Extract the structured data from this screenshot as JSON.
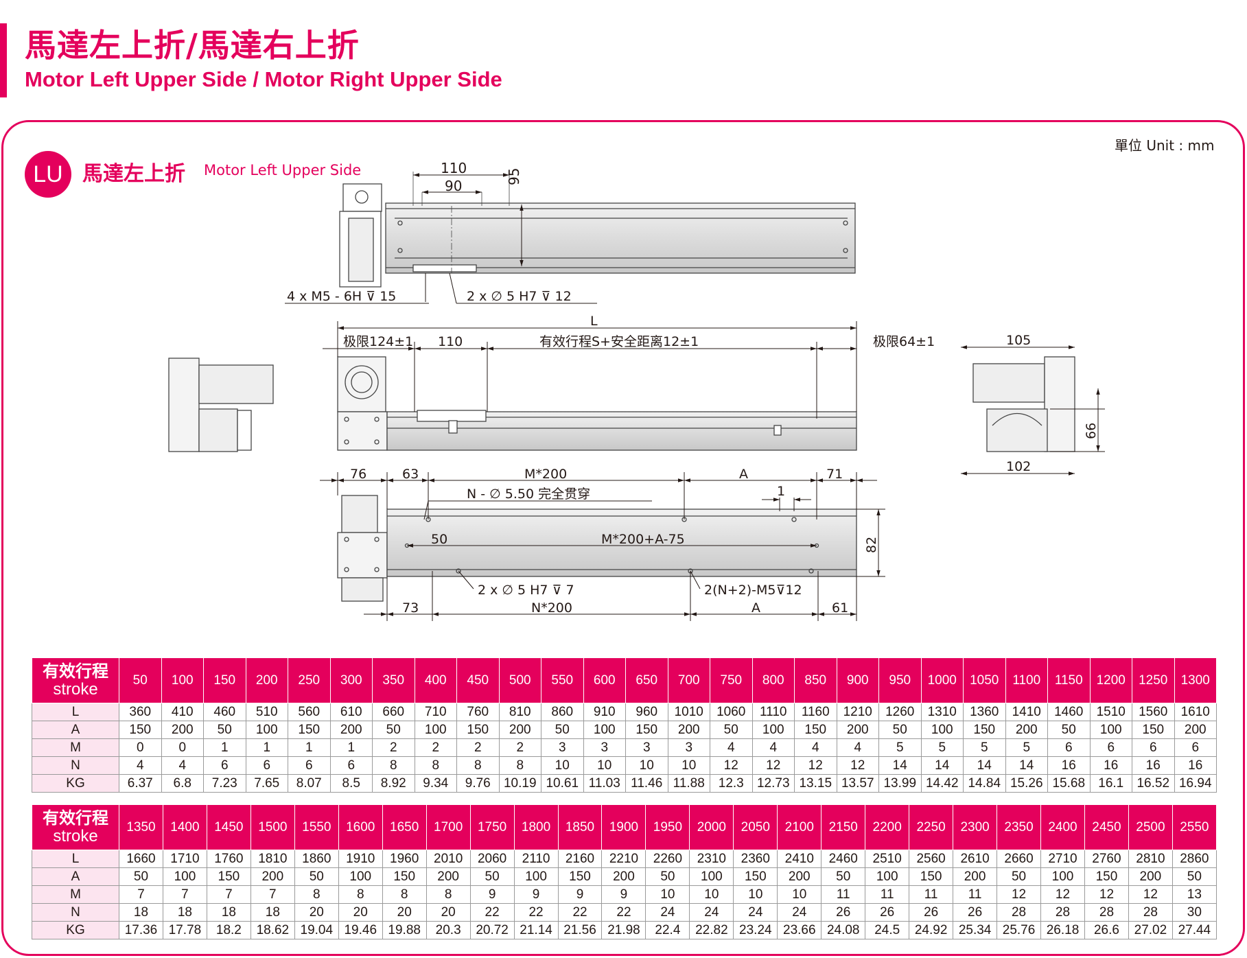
{
  "header": {
    "title_zh": "馬達左上折/馬達右上折",
    "title_en": "Motor Left Upper Side / Motor Right Upper Side"
  },
  "panel": {
    "unit": "單位 Unit : mm",
    "badge": "LU",
    "section_zh": "馬達左上折",
    "section_en": "Motor Left Upper Side"
  },
  "drawing": {
    "top_view": {
      "dim_110": "110",
      "dim_90": "90",
      "dim_95": "95",
      "callout_left": "4 x  M5 - 6H ⊽ 15",
      "callout_right": "2 x  ∅ 5 H7 ⊽ 12"
    },
    "side_view": {
      "dim_L": "L",
      "limit_left": "极限124±1",
      "dim_110": "110",
      "stroke_text": "有效行程S+安全距离12±1",
      "limit_right": "极限64±1"
    },
    "end_view": {
      "dim_105": "105",
      "dim_66": "66",
      "dim_102": "102"
    },
    "bottom_view": {
      "dim_76": "76",
      "dim_63": "63",
      "dim_m200": "M*200",
      "dim_A_top": "A",
      "dim_71": "71",
      "holes_through": "N - ∅ 5.50 完全贯穿",
      "dim_1": "1",
      "dim_50": "50",
      "dim_m200_a": "M*200+A-75",
      "dim_82": "82",
      "callout_pin": "2 x  ∅ 5 H7 ⊽ 7",
      "callout_thread": "2(N+2)-M5⊽12",
      "dim_73": "73",
      "dim_n200": "N*200",
      "dim_A_bottom": "A",
      "dim_61": "61"
    }
  },
  "tables": {
    "header_zh": "有效行程",
    "header_en": "stroke",
    "row_labels": [
      "L",
      "A",
      "M",
      "N",
      "KG"
    ],
    "table1": {
      "strokes": [
        "50",
        "100",
        "150",
        "200",
        "250",
        "300",
        "350",
        "400",
        "450",
        "500",
        "550",
        "600",
        "650",
        "700",
        "750",
        "800",
        "850",
        "900",
        "950",
        "1000",
        "1050",
        "1100",
        "1150",
        "1200",
        "1250",
        "1300"
      ],
      "L": [
        "360",
        "410",
        "460",
        "510",
        "560",
        "610",
        "660",
        "710",
        "760",
        "810",
        "860",
        "910",
        "960",
        "1010",
        "1060",
        "1110",
        "1160",
        "1210",
        "1260",
        "1310",
        "1360",
        "1410",
        "1460",
        "1510",
        "1560",
        "1610"
      ],
      "A": [
        "150",
        "200",
        "50",
        "100",
        "150",
        "200",
        "50",
        "100",
        "150",
        "200",
        "50",
        "100",
        "150",
        "200",
        "50",
        "100",
        "150",
        "200",
        "50",
        "100",
        "150",
        "200",
        "50",
        "100",
        "150",
        "200"
      ],
      "M": [
        "0",
        "0",
        "1",
        "1",
        "1",
        "1",
        "2",
        "2",
        "2",
        "2",
        "3",
        "3",
        "3",
        "3",
        "4",
        "4",
        "4",
        "4",
        "5",
        "5",
        "5",
        "5",
        "6",
        "6",
        "6",
        "6"
      ],
      "N": [
        "4",
        "4",
        "6",
        "6",
        "6",
        "6",
        "8",
        "8",
        "8",
        "8",
        "10",
        "10",
        "10",
        "10",
        "12",
        "12",
        "12",
        "12",
        "14",
        "14",
        "14",
        "14",
        "16",
        "16",
        "16",
        "16"
      ],
      "KG": [
        "6.37",
        "6.8",
        "7.23",
        "7.65",
        "8.07",
        "8.5",
        "8.92",
        "9.34",
        "9.76",
        "10.19",
        "10.61",
        "11.03",
        "11.46",
        "11.88",
        "12.3",
        "12.73",
        "13.15",
        "13.57",
        "13.99",
        "14.42",
        "14.84",
        "15.26",
        "15.68",
        "16.1",
        "16.52",
        "16.94"
      ]
    },
    "table2": {
      "strokes": [
        "1350",
        "1400",
        "1450",
        "1500",
        "1550",
        "1600",
        "1650",
        "1700",
        "1750",
        "1800",
        "1850",
        "1900",
        "1950",
        "2000",
        "2050",
        "2100",
        "2150",
        "2200",
        "2250",
        "2300",
        "2350",
        "2400",
        "2450",
        "2500",
        "2550"
      ],
      "L": [
        "1660",
        "1710",
        "1760",
        "1810",
        "1860",
        "1910",
        "1960",
        "2010",
        "2060",
        "2110",
        "2160",
        "2210",
        "2260",
        "2310",
        "2360",
        "2410",
        "2460",
        "2510",
        "2560",
        "2610",
        "2660",
        "2710",
        "2760",
        "2810",
        "2860"
      ],
      "A": [
        "50",
        "100",
        "150",
        "200",
        "50",
        "100",
        "150",
        "200",
        "50",
        "100",
        "150",
        "200",
        "50",
        "100",
        "150",
        "200",
        "50",
        "100",
        "150",
        "200",
        "50",
        "100",
        "150",
        "200",
        "50"
      ],
      "M": [
        "7",
        "7",
        "7",
        "7",
        "8",
        "8",
        "8",
        "8",
        "9",
        "9",
        "9",
        "9",
        "10",
        "10",
        "10",
        "10",
        "11",
        "11",
        "11",
        "11",
        "12",
        "12",
        "12",
        "12",
        "13"
      ],
      "N": [
        "18",
        "18",
        "18",
        "18",
        "20",
        "20",
        "20",
        "20",
        "22",
        "22",
        "22",
        "22",
        "24",
        "24",
        "24",
        "24",
        "26",
        "26",
        "26",
        "26",
        "28",
        "28",
        "28",
        "28",
        "30"
      ],
      "KG": [
        "17.36",
        "17.78",
        "18.2",
        "18.62",
        "19.04",
        "19.46",
        "19.88",
        "20.3",
        "20.72",
        "21.14",
        "21.56",
        "21.98",
        "22.4",
        "22.82",
        "23.24",
        "23.66",
        "24.08",
        "24.5",
        "24.92",
        "25.34",
        "25.76",
        "26.18",
        "26.6",
        "27.02",
        "27.44"
      ]
    }
  }
}
